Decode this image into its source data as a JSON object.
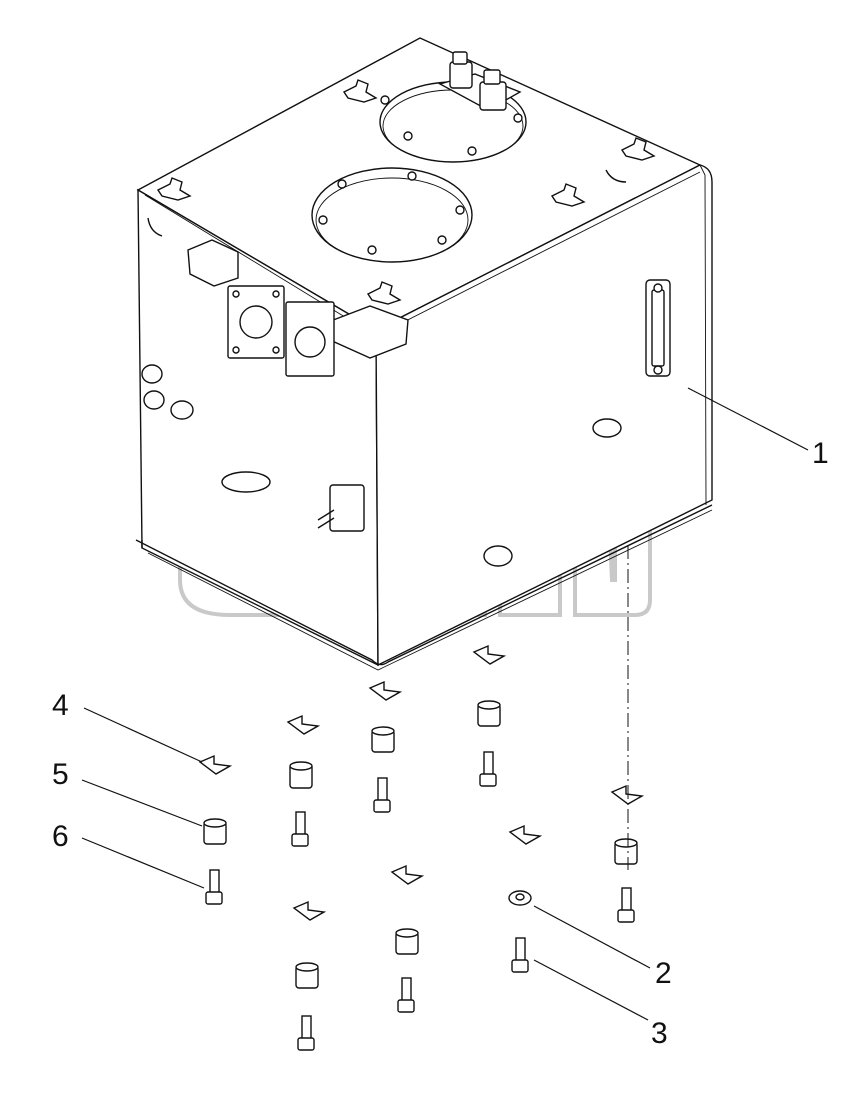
{
  "diagram": {
    "callouts": [
      {
        "id": "1",
        "label": "1"
      },
      {
        "id": "2",
        "label": "2"
      },
      {
        "id": "3",
        "label": "3"
      },
      {
        "id": "4",
        "label": "4"
      },
      {
        "id": "5",
        "label": "5"
      },
      {
        "id": "6",
        "label": "6"
      }
    ],
    "watermark": {
      "trademark": "TM"
    }
  }
}
